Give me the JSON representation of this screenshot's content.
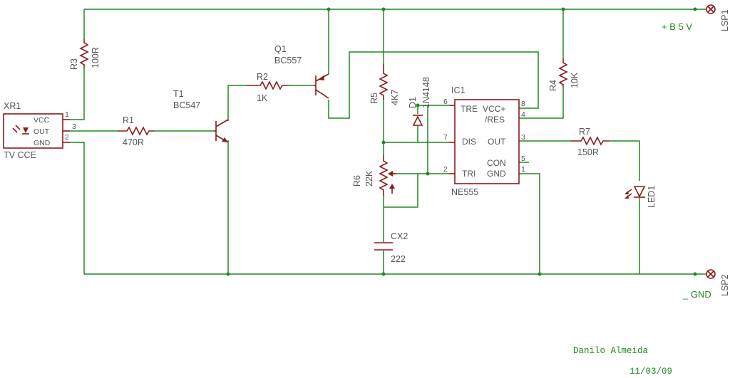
{
  "parts": {
    "xr1": {
      "name": "XR1",
      "value": "TV CCE",
      "pins": {
        "vcc": "VCC",
        "out": "OUT",
        "gnd": "GND"
      },
      "pin_numbers": {
        "vcc": "1",
        "out": "3",
        "gnd": "2"
      }
    },
    "r1": {
      "name": "R1",
      "value": "470R"
    },
    "r2": {
      "name": "R2",
      "value": "1K"
    },
    "r3": {
      "name": "R3",
      "value": "100R"
    },
    "r4": {
      "name": "R4",
      "value": "10K"
    },
    "r5": {
      "name": "R5",
      "value": "4K7"
    },
    "r6": {
      "name": "R6",
      "value": "22K"
    },
    "r7": {
      "name": "R7",
      "value": "150R"
    },
    "t1": {
      "name": "T1",
      "value": "BC547"
    },
    "q1": {
      "name": "Q1",
      "value": "BC557"
    },
    "d1": {
      "name": "D1",
      "value": "1N4148"
    },
    "cx2": {
      "name": "CX2",
      "value": "222"
    },
    "led1": {
      "name": "LED1"
    },
    "ic1": {
      "name": "IC1",
      "value": "NE555",
      "pins": {
        "tre": "TRE",
        "vcc": "VCC+",
        "res": "/RES",
        "dis": "DIS",
        "out": "OUT",
        "con": "CON",
        "tri": "TRI",
        "gnd": "GND"
      },
      "pin_numbers": {
        "tre": "6",
        "vcc": "8",
        "res": "4",
        "dis": "7",
        "out": "3",
        "con": "5",
        "tri": "2",
        "gnd": "1"
      }
    },
    "lsp1": {
      "name": "LSP1",
      "net": "+ B  5 V"
    },
    "lsp2": {
      "name": "LSP2",
      "net": "_  GND"
    }
  },
  "footer": {
    "author": "Danilo Almeida",
    "date": "11/03/09"
  }
}
